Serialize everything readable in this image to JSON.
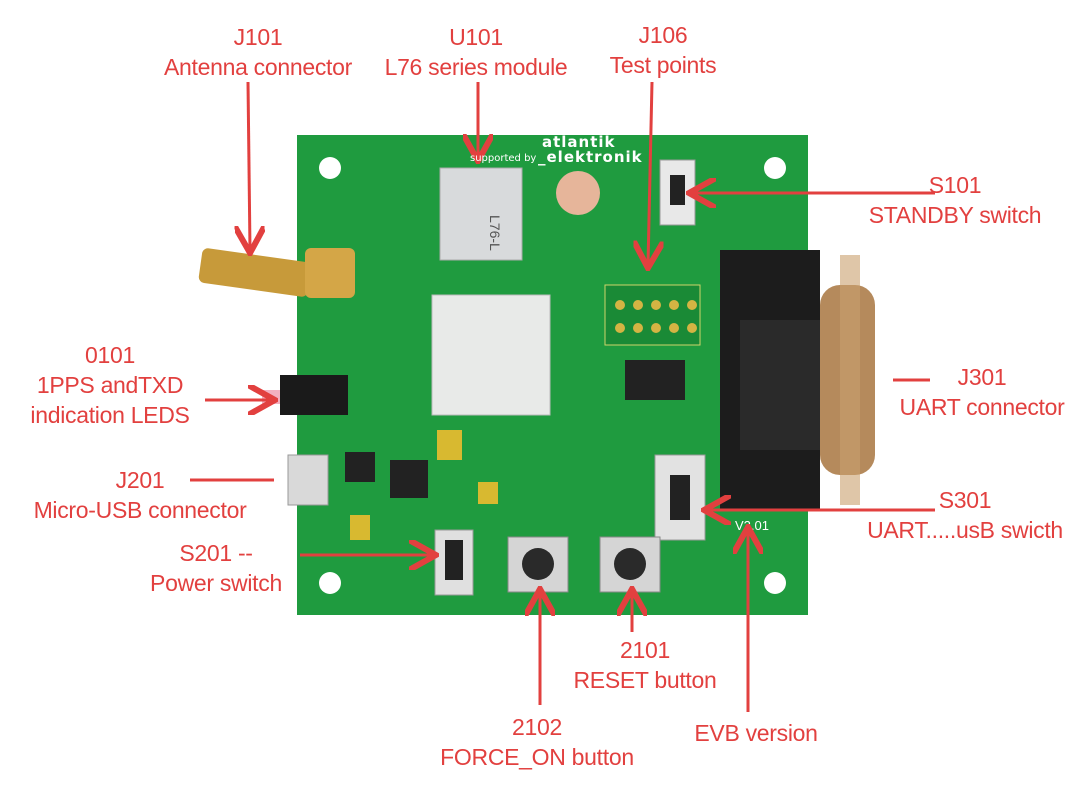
{
  "colors": {
    "label": "#e2403f",
    "pcb": "#1e9a3e",
    "background": "#ffffff"
  },
  "logo": {
    "brand_top": "atlantik",
    "brand_bottom": "_elektronik",
    "prefix": "supported by"
  },
  "board": {
    "version_silk": "V2.01",
    "module_marking": "L76-L"
  },
  "labels": [
    {
      "id": "J101",
      "desc": "Antenna connector"
    },
    {
      "id": "U101",
      "desc": "L76 series module"
    },
    {
      "id": "J106",
      "desc": "Test points"
    },
    {
      "id": "S101",
      "desc": "STANDBY switch"
    },
    {
      "id": "0101",
      "desc": "1PPS andTXD",
      "desc2": "indication LEDS"
    },
    {
      "id": "J301",
      "desc": "UART connector"
    },
    {
      "id": "J201",
      "desc": "Micro-USB connector"
    },
    {
      "id": "S301",
      "desc": "UART.....usB swicth"
    },
    {
      "id": "S201 --",
      "desc": "Power switch"
    },
    {
      "id": "2102",
      "desc": "FORCE_ON button"
    },
    {
      "id": "2101",
      "desc": "RESET button"
    },
    {
      "id": "",
      "desc": "EVB version"
    }
  ]
}
